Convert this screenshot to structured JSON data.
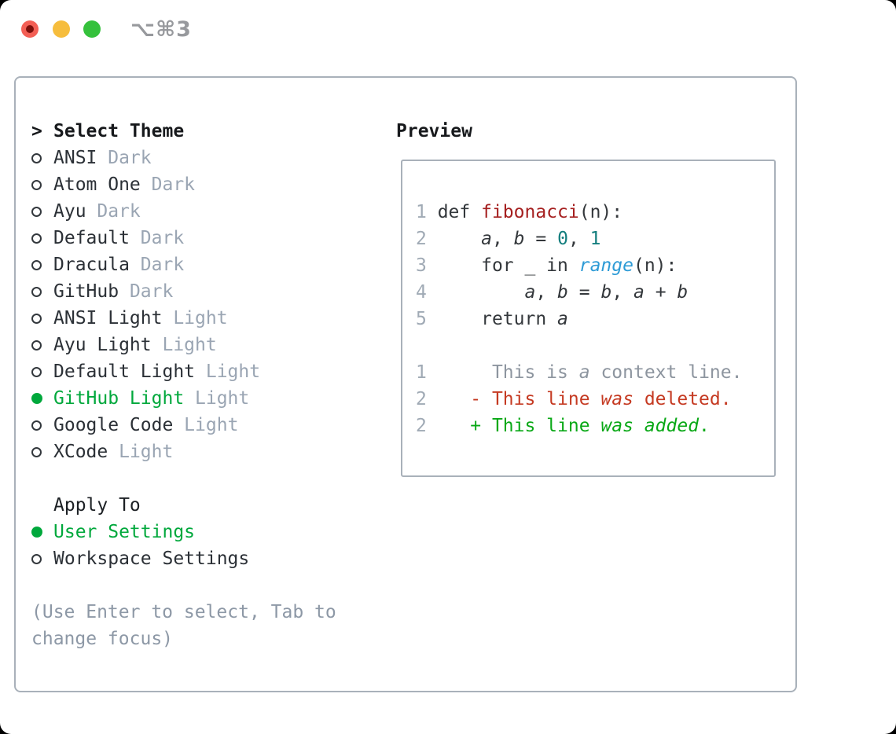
{
  "window": {
    "shortcut": "⌥⌘3"
  },
  "colors": {
    "traffic_red": "#f35f55",
    "traffic_red_dot": "#7c0f0b",
    "traffic_yellow": "#f6bd3d",
    "traffic_green": "#35c13c",
    "panel_border": "#a9b1ba",
    "text_dark": "#2b3036",
    "header_dark": "#17191c",
    "variant_gray": "#9aa5b3",
    "help_gray": "#8d98a6",
    "selected_green": "#00a83c",
    "line_number_gray": "#a0aab5",
    "function_red": "#a51f1f",
    "number_teal": "#137e7e",
    "call_blue": "#2e9bd6",
    "diff_deleted_red": "#c53a22",
    "diff_added_green": "#09a816",
    "context_gray": "#8d959f"
  },
  "theme_picker": {
    "prompt": ">",
    "title": "Select Theme",
    "themes": [
      {
        "name": "ANSI",
        "variant": "Dark",
        "selected": false
      },
      {
        "name": "Atom One",
        "variant": "Dark",
        "selected": false
      },
      {
        "name": "Ayu",
        "variant": "Dark",
        "selected": false
      },
      {
        "name": "Default",
        "variant": "Dark",
        "selected": false
      },
      {
        "name": "Dracula",
        "variant": "Dark",
        "selected": false
      },
      {
        "name": "GitHub",
        "variant": "Dark",
        "selected": false
      },
      {
        "name": "ANSI Light",
        "variant": "Light",
        "selected": false
      },
      {
        "name": "Ayu Light",
        "variant": "Light",
        "selected": false
      },
      {
        "name": "Default Light",
        "variant": "Light",
        "selected": false
      },
      {
        "name": "GitHub Light",
        "variant": "Light",
        "selected": true
      },
      {
        "name": "Google Code",
        "variant": "Light",
        "selected": false
      },
      {
        "name": "XCode",
        "variant": "Light",
        "selected": false
      }
    ],
    "apply_to": {
      "title": "Apply To",
      "options": [
        {
          "name": "User Settings",
          "selected": true
        },
        {
          "name": "Workspace Settings",
          "selected": false
        }
      ]
    },
    "help_lines": [
      "(Use Enter to select, Tab to",
      "change focus)"
    ]
  },
  "preview": {
    "title": "Preview",
    "lines": [
      [
        [
          "ln",
          "1"
        ],
        [
          "pl",
          " def "
        ],
        [
          "fn",
          "fibonacci"
        ],
        [
          "pl",
          "(n):"
        ]
      ],
      [
        [
          "ln",
          "2"
        ],
        [
          "pl",
          "     "
        ],
        [
          "var",
          "a"
        ],
        [
          "pl",
          ", "
        ],
        [
          "var",
          "b"
        ],
        [
          "pl",
          " = "
        ],
        [
          "num",
          "0"
        ],
        [
          "pl",
          ", "
        ],
        [
          "num",
          "1"
        ]
      ],
      [
        [
          "ln",
          "3"
        ],
        [
          "pl",
          "     for _ in "
        ],
        [
          "call",
          "range"
        ],
        [
          "pl",
          "(n):"
        ]
      ],
      [
        [
          "ln",
          "4"
        ],
        [
          "pl",
          "         "
        ],
        [
          "var",
          "a"
        ],
        [
          "pl",
          ", "
        ],
        [
          "var",
          "b"
        ],
        [
          "pl",
          " = "
        ],
        [
          "var",
          "b"
        ],
        [
          "pl",
          ", "
        ],
        [
          "var",
          "a"
        ],
        [
          "pl",
          " + "
        ],
        [
          "var",
          "b"
        ]
      ],
      [
        [
          "ln",
          "5"
        ],
        [
          "pl",
          "     return "
        ],
        [
          "var",
          "a"
        ]
      ],
      [],
      [
        [
          "ln",
          "1"
        ],
        [
          "ctx",
          "      This is "
        ],
        [
          "ctxi",
          "a"
        ],
        [
          "ctx",
          " context line."
        ]
      ],
      [
        [
          "ln",
          "2"
        ],
        [
          "del",
          "    - This line "
        ],
        [
          "deli",
          "was"
        ],
        [
          "del",
          " deleted."
        ]
      ],
      [
        [
          "ln",
          "2"
        ],
        [
          "add",
          "    + This line "
        ],
        [
          "addi",
          "was added"
        ],
        [
          "add",
          "."
        ]
      ]
    ]
  }
}
